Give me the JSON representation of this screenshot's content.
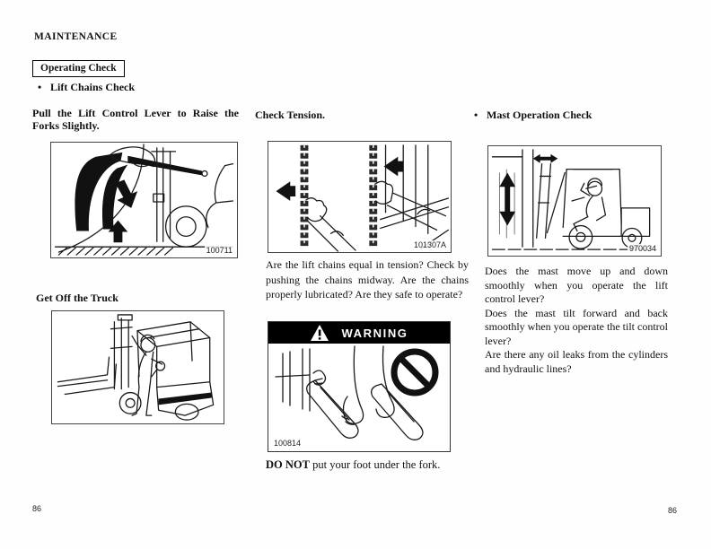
{
  "page": {
    "title": "MAINTENANCE",
    "page_number_left": "86",
    "page_number_right": "86"
  },
  "section": {
    "box_label": "Operating Check",
    "bullet": "•",
    "lift_chains_heading": "Lift Chains Check"
  },
  "left": {
    "pull_heading": "Pull the Lift Control Lever to Raise the Forks Slightly.",
    "fig_pull_id": "100711",
    "get_off_heading": "Get Off the Truck"
  },
  "middle": {
    "heading": "Check Tension.",
    "fig_tension_id": "101307A",
    "paragraph": "Are the lift chains equal in tension?  Check by pushing the chains midway.  Are the chains properly lubricated?  Are they safe to operate?",
    "warning": {
      "label": "WARNING",
      "fig_id": "100814"
    },
    "caution_bold": "DO NOT",
    "caution_text": " put your foot under the fork."
  },
  "right": {
    "bullet": "•",
    "heading": "Mast Operation Check",
    "fig_mast_id": "970034",
    "questions": [
      "Does the mast move up and down smoothly when you operate the lift control lever?",
      "Does the mast tilt forward and back smoothly when you operate the tilt control lever?",
      "Are there any oil leaks from the cylinders and hydraulic lines?"
    ]
  },
  "colors": {
    "ink": "#1a1a1a",
    "warning_bg": "#000000",
    "warning_text": "#ffffff"
  }
}
